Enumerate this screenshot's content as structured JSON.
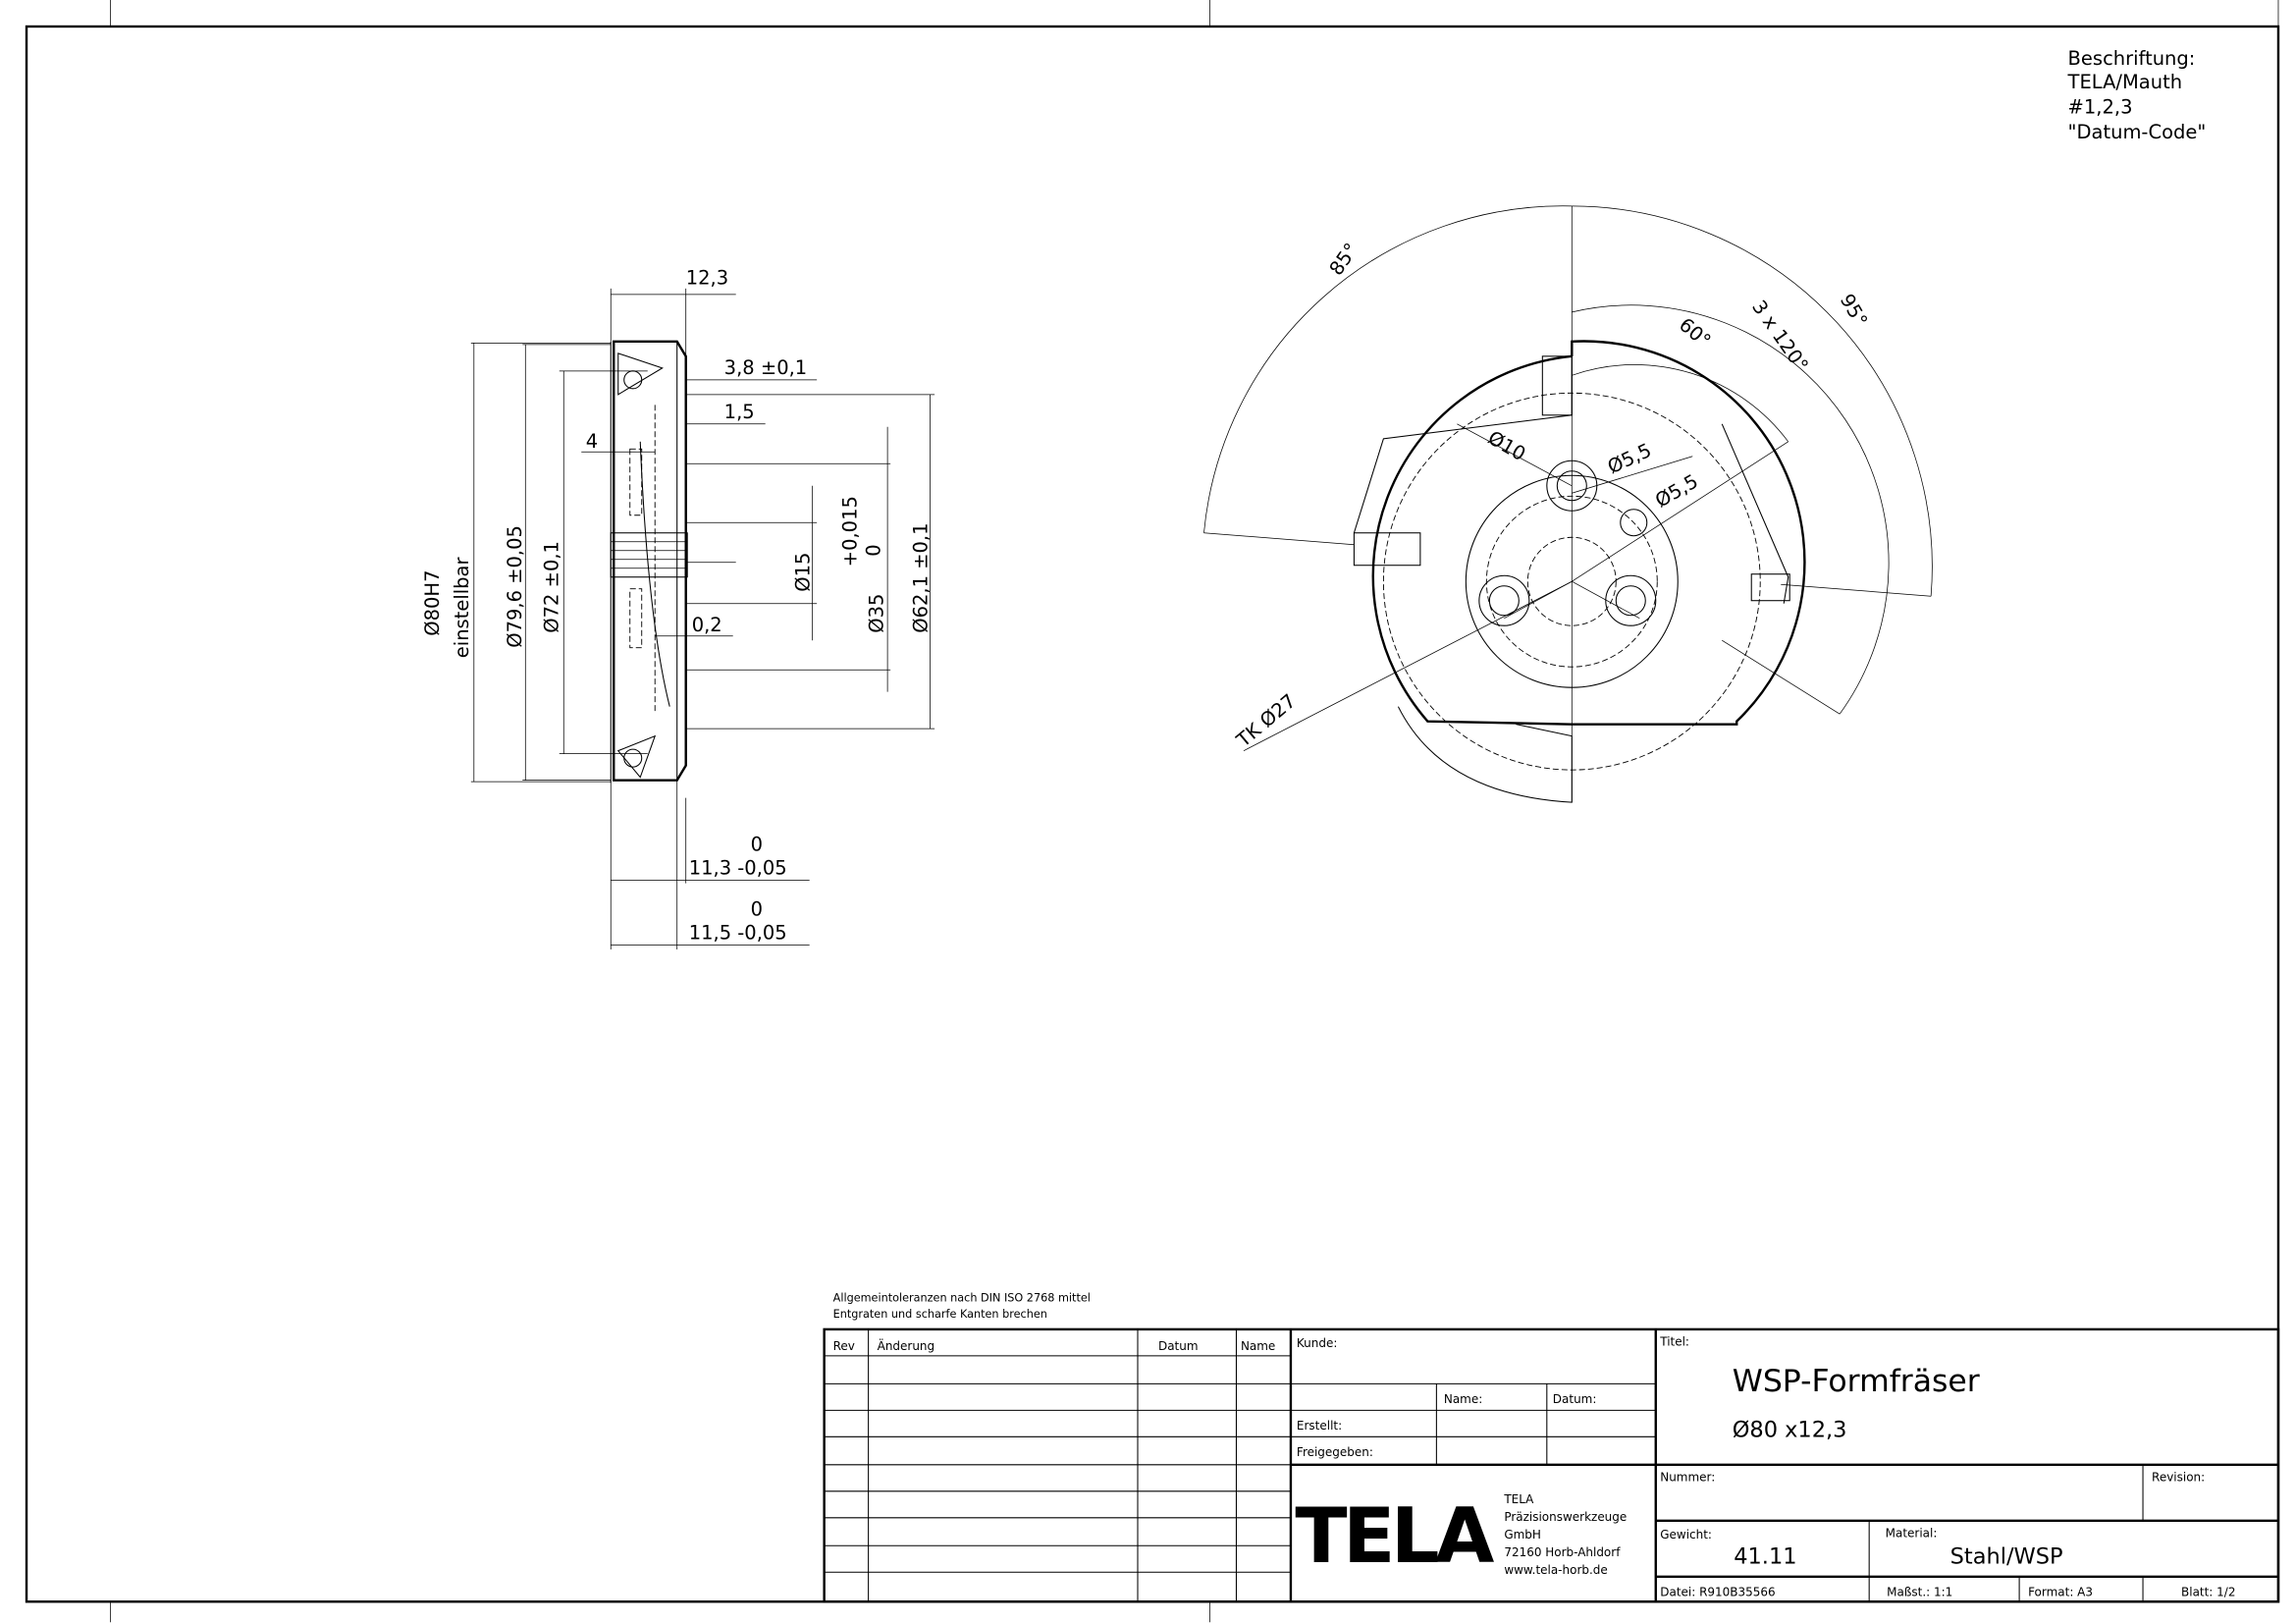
{
  "notes": {
    "marking": [
      "Beschriftung:",
      "TELA/Mauth",
      "#1,2,3",
      "\"Datum-Code\""
    ],
    "tolerances": "Allgemeintoleranzen nach DIN ISO 2768 mittel",
    "deburr": "Entgraten und scharfe Kanten brechen"
  },
  "side_view": {
    "width": "12,3",
    "d_bore": "Ø80H7",
    "adjustable": "einstellbar",
    "d_79": "Ø79,6 ±0,05",
    "d_72": "Ø72 ±0,1",
    "d_3_8": "3,8 ±0,1",
    "d_1_5": "1,5",
    "d_4": "4",
    "d_0_2": "0,2",
    "d_15": "Ø15",
    "tol_upper": "+0,015",
    "tol_lower": "0",
    "d_35": "Ø35",
    "d_62": "Ø62,1 ±0,1",
    "w113_tol": "0",
    "w113": "11,3 -0,05",
    "w115_tol": "0",
    "w115": "11,5 -0,05"
  },
  "front_view": {
    "a85": "85°",
    "a60": "60°",
    "a3x120": "3 x 120°",
    "a95": "95°",
    "d10": "Ø10",
    "d55a": "Ø5,5",
    "d55b": "Ø5,5",
    "tk": "TK Ø27"
  },
  "title_block": {
    "rev_headers": [
      "Rev",
      "Änderung",
      "Datum",
      "Name"
    ],
    "kunde": "Kunde:",
    "name": "Name:",
    "datum": "Datum:",
    "erstellt": "Erstellt:",
    "freigegeben": "Freigegeben:",
    "titel_label": "Titel:",
    "title": "WSP-Formfräser",
    "subtitle": "Ø80 x12,3",
    "company_logo": "TELA",
    "company": [
      "TELA",
      "Präzisionswerkzeuge",
      "GmbH",
      "72160 Horb-Ahldorf",
      "www.tela-horb.de"
    ],
    "nummer": "Nummer:",
    "revision": "Revision:",
    "gewicht_label": "Gewicht:",
    "gewicht": "41.11",
    "material_label": "Material:",
    "material": "Stahl/WSP",
    "datei": "Datei: R910B35566",
    "massstab": "Maßst.: 1:1",
    "format": "Format: A3",
    "blatt": "Blatt: 1/2"
  }
}
